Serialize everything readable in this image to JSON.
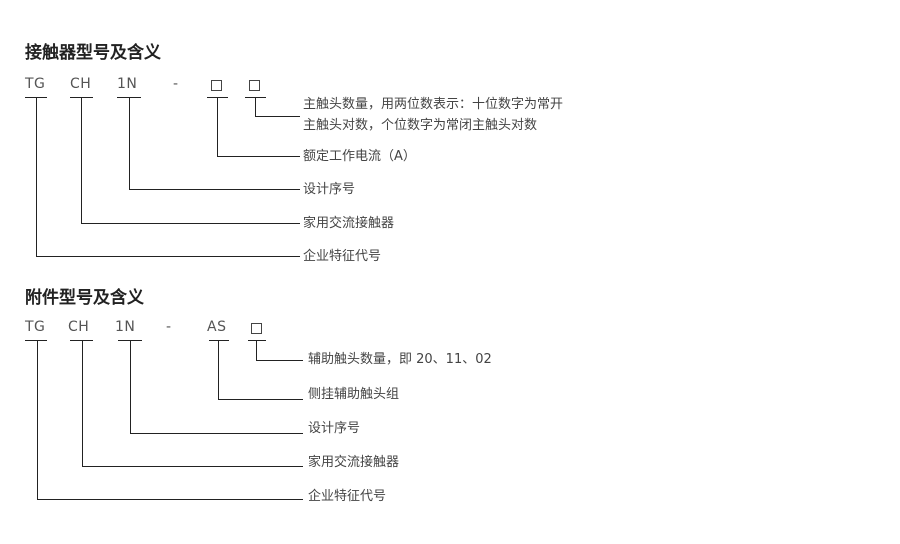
{
  "contactor": {
    "title": "接触器型号及含义",
    "codes": [
      "TG",
      "CH",
      "1N",
      "-"
    ],
    "descriptions": [
      "主触头数量，用两位数表示：十位数字为常开",
      "主触头对数，个位数字为常闭主触头对数",
      "额定工作电流（A）",
      "设计序号",
      "家用交流接触器",
      "企业特征代号"
    ]
  },
  "accessory": {
    "title": "附件型号及含义",
    "codes": [
      "TG",
      "CH",
      "1N",
      "-",
      "AS"
    ],
    "descriptions": [
      "辅助触头数量，即 20、11、02",
      "侧挂辅助触头组",
      "设计序号",
      "家用交流接触器",
      "企业特征代号"
    ]
  }
}
